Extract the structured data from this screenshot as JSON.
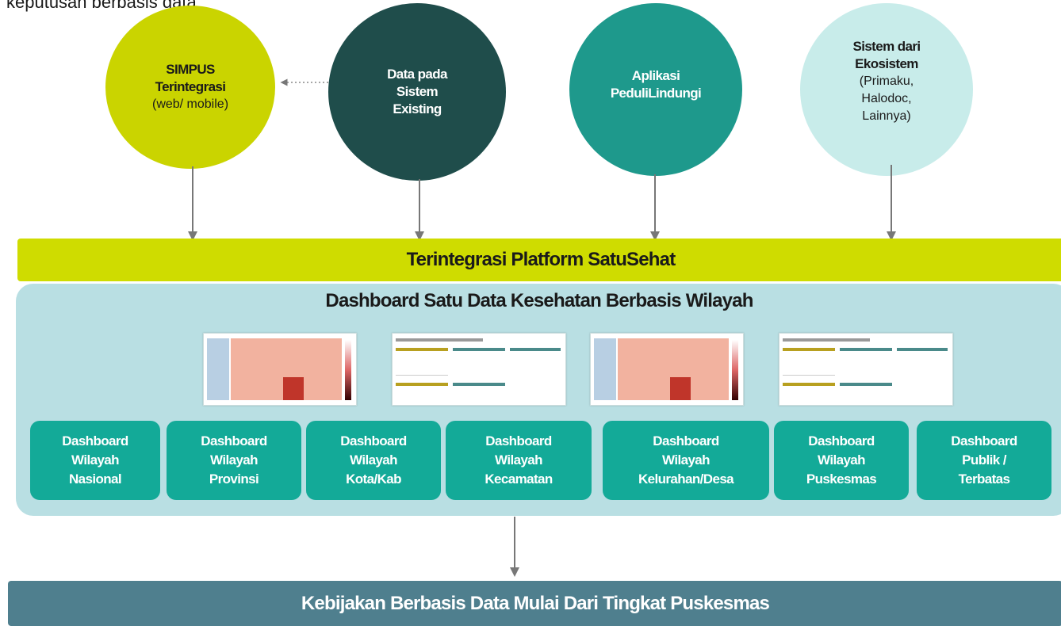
{
  "header_text": "keputusan berbasis data",
  "sources": [
    {
      "title_lines": [
        "SIMPUS",
        "Terintegrasi"
      ],
      "sub_lines": [
        "(web/ mobile)"
      ],
      "color": "#cad400",
      "text_color": "#1a1a1a"
    },
    {
      "title_lines": [
        "Data pada",
        "Sistem",
        "Existing"
      ],
      "sub_lines": [],
      "color": "#1f4d4b",
      "text_color": "#ffffff"
    },
    {
      "title_lines": [
        "Aplikasi",
        "PeduliLindungi"
      ],
      "sub_lines": [],
      "color": "#1e998c",
      "text_color": "#ffffff"
    },
    {
      "title_lines": [
        "Sistem dari",
        "Ekosistem"
      ],
      "sub_lines": [
        "(Primaku,",
        "Halodoc,",
        "Lainnya)"
      ],
      "color": "#c8ecea",
      "text_color": "#1a1a1a"
    }
  ],
  "platform_label": "Terintegrasi Platform SatuSehat",
  "dashboard_title": "Dashboard Satu Data Kesehatan Berbasis Wilayah",
  "thumbnails": [
    {
      "type": "heatmap-map"
    },
    {
      "type": "table-dashboard"
    },
    {
      "type": "heatmap-map"
    },
    {
      "type": "table-dashboard"
    }
  ],
  "dashboards": [
    {
      "lines": [
        "Dashboard",
        "Wilayah",
        "Nasional"
      ]
    },
    {
      "lines": [
        "Dashboard",
        "Wilayah",
        "Provinsi"
      ]
    },
    {
      "lines": [
        "Dashboard",
        "Wilayah",
        "Kota/Kab"
      ]
    },
    {
      "lines": [
        "Dashboard",
        "Wilayah",
        "Kecamatan"
      ]
    },
    {
      "lines": [
        "Dashboard",
        "Wilayah",
        "Kelurahan/Desa"
      ]
    },
    {
      "lines": [
        "Dashboard",
        "Wilayah",
        "Puskesmas"
      ]
    },
    {
      "lines": [
        "Dashboard",
        "Publik /",
        "Terbatas"
      ]
    }
  ],
  "policy_label": "Kebijakan Berbasis Data Mulai Dari Tingkat Puskesmas",
  "colors": {
    "platform": "#cfdc00",
    "panel": "#b9dfe3",
    "dashboard_box": "#13aa98",
    "policy": "#4f7f8e",
    "arrow": "#777777"
  }
}
